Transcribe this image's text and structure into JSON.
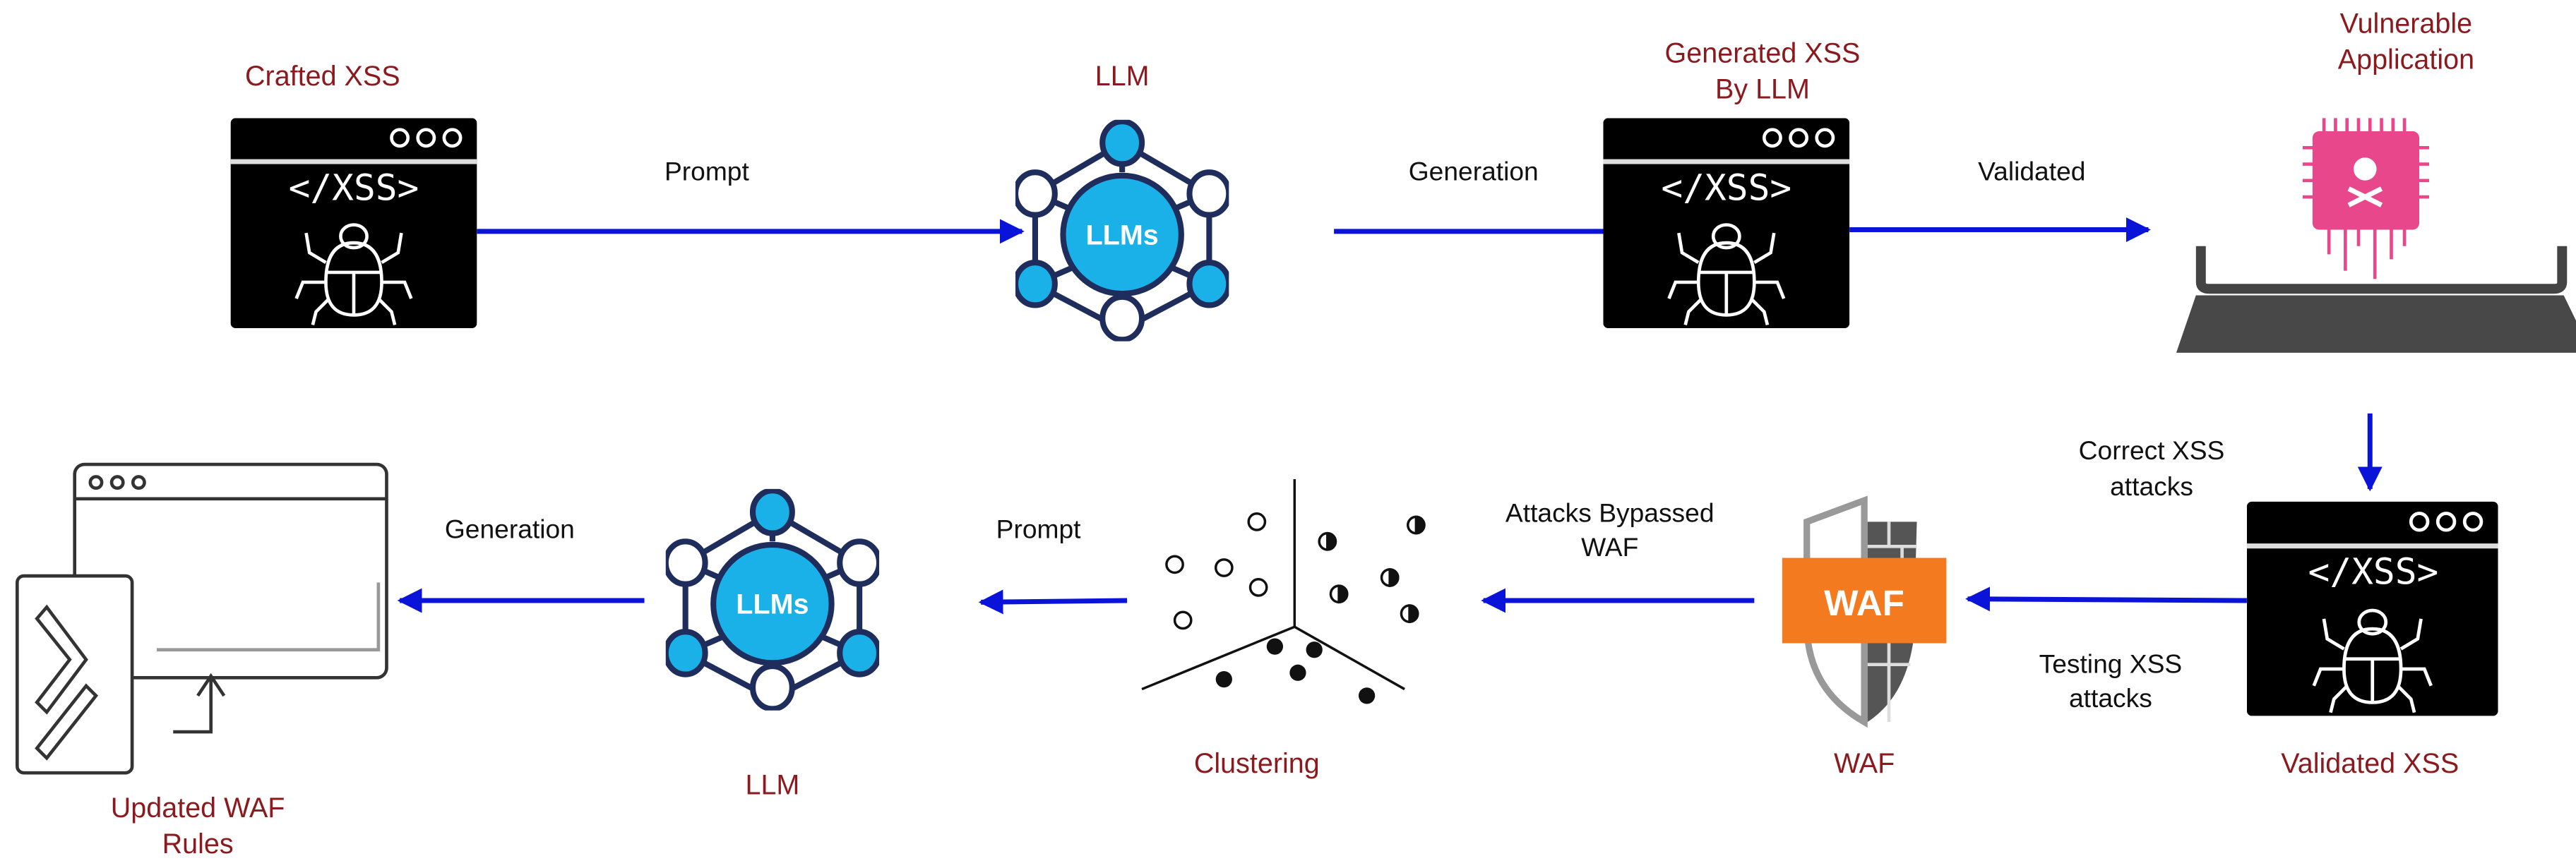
{
  "nodes": {
    "crafted_xss": {
      "label": "Crafted XSS",
      "code": "</XSS>"
    },
    "llm_top": {
      "label": "LLM",
      "badge": "LLMs"
    },
    "generated_xss": {
      "label_line1": "Generated XSS",
      "label_line2": "By LLM",
      "code": "</XSS>"
    },
    "vulnerable_app": {
      "label_line1": "Vulnerable",
      "label_line2": "Application"
    },
    "validated_xss": {
      "label": "Validated XSS",
      "code": "</XSS>"
    },
    "waf": {
      "label": "WAF",
      "badge": "WAF"
    },
    "clustering": {
      "label": "Clustering"
    },
    "llm_bottom": {
      "label": "LLM",
      "badge": "LLMs"
    },
    "updated_waf": {
      "label_line1": "Updated WAF",
      "label_line2": "Rules"
    }
  },
  "edges": {
    "prompt_1": "Prompt",
    "generation_1": "Generation",
    "validated": "Validated",
    "correct_line1": "Correct XSS",
    "correct_line2": "attacks",
    "testing_line1": "Testing XSS",
    "testing_line2": "attacks",
    "bypassed_line1": "Attacks Bypassed",
    "bypassed_line2": "WAF",
    "prompt_2": "Prompt",
    "generation_2": "Generation"
  },
  "colors": {
    "label_red": "#8b1a1f",
    "arrow_blue": "#0a14d8",
    "llm_cyan": "#1ab0e8",
    "llm_outline": "#1f2d5c",
    "waf_orange": "#f47a20",
    "malware_pink": "#e8478b"
  }
}
